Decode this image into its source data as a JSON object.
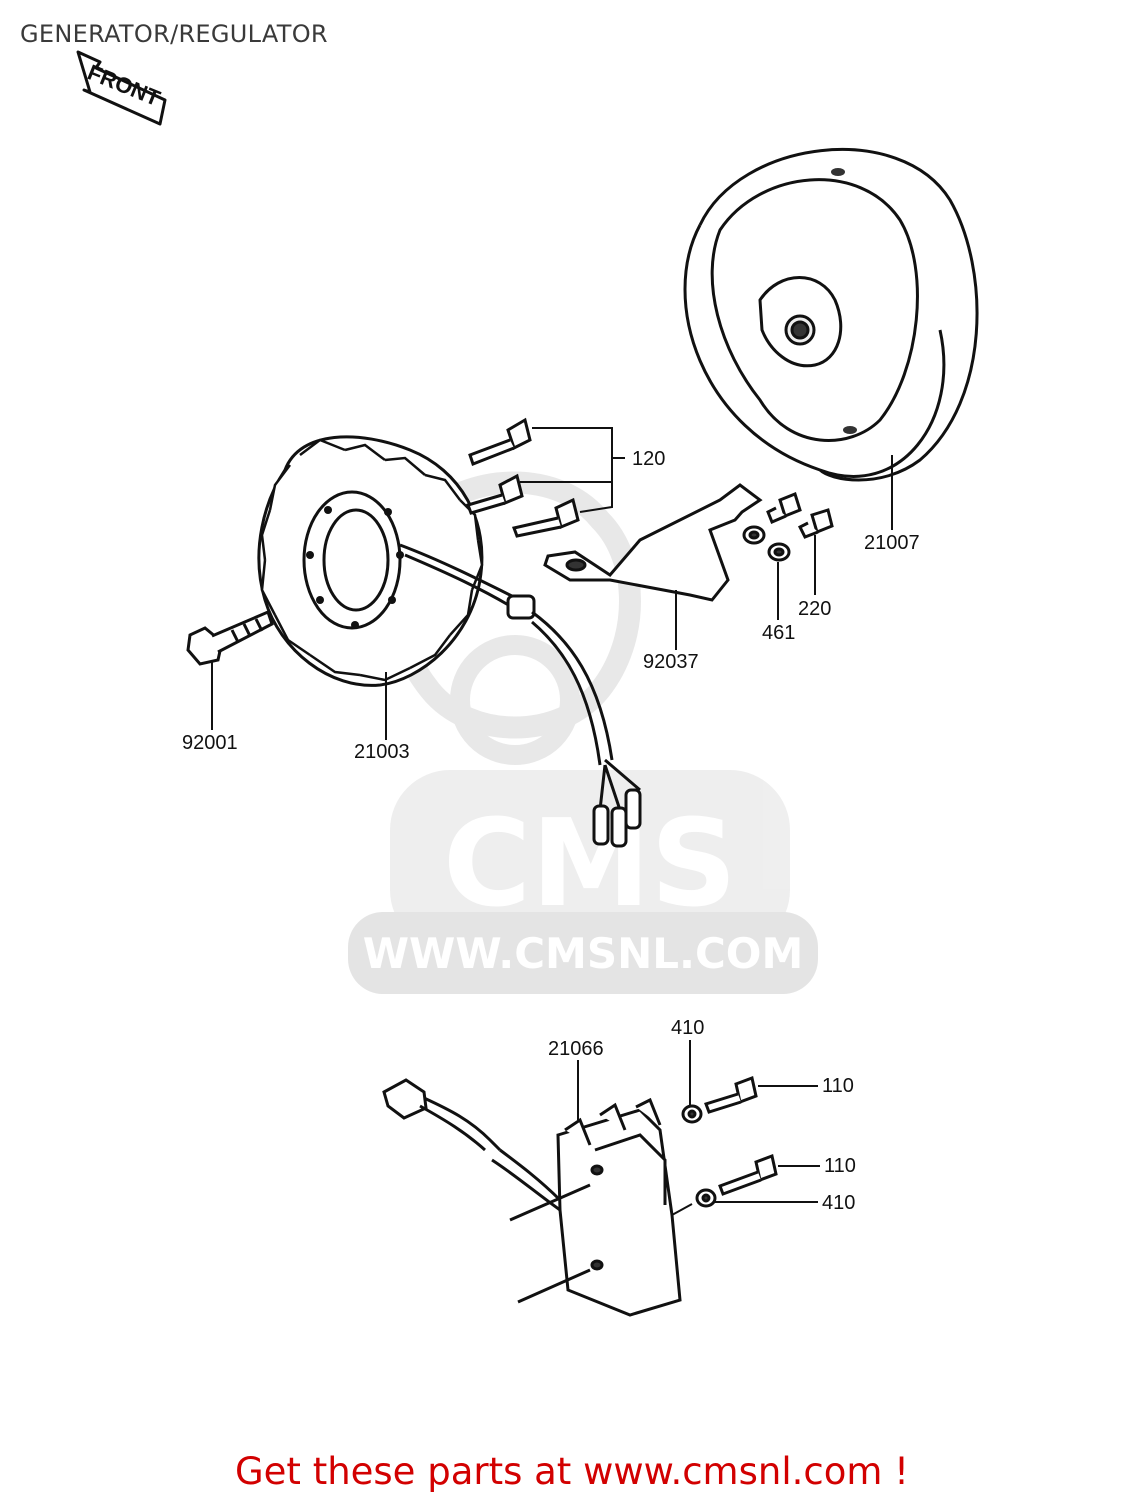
{
  "header": {
    "title": "GENERATOR/REGULATOR"
  },
  "front_arrow": {
    "label": "FRONT"
  },
  "parts": {
    "p21007": "21007",
    "p120": "120",
    "p220": "220",
    "p461": "461",
    "p92037": "92037",
    "p92001": "92001",
    "p21003": "21003",
    "p21066": "21066",
    "p410_top": "410",
    "p110_top": "110",
    "p110_bottom": "110",
    "p410_bottom": "410"
  },
  "watermark": {
    "brand": "CMS",
    "url": "WWW.CMSNL.COM"
  },
  "footer": {
    "cta": "Get these parts at www.cmsnl.com !"
  }
}
